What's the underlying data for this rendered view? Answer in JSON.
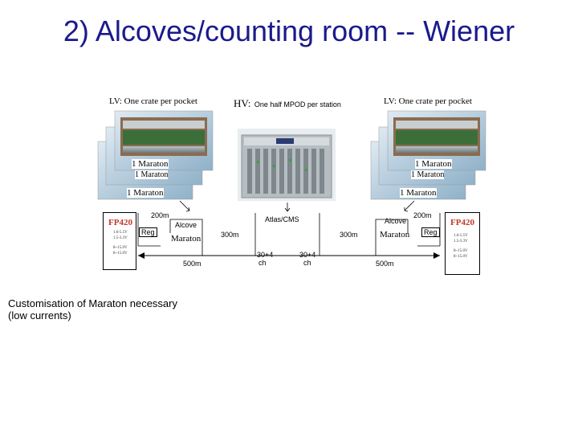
{
  "slide": {
    "title": "2) Alcoves/counting room -- Wiener",
    "note_line1": "Customisation of Maraton necessary",
    "note_line2": "(low currents)"
  },
  "diagram": {
    "lv_left": "LV: One crate per pocket",
    "lv_right": "LV: One crate per pocket",
    "hv_prefix": "HV:",
    "hv_text": "One half MPOD per station",
    "maraton": "1 Maraton",
    "atlas_cms": "Atlas/CMS",
    "left": {
      "fp_title": "FP420",
      "fp_lines": [
        "1.6-5.5V",
        "1.5-3.3V",
        "",
        "8~15.0V",
        "8~15.0V"
      ],
      "dist_200": "200m",
      "alcove": "Alcove",
      "reg": "Reg",
      "maraton_lbl": "Maraton",
      "dist_500": "500m"
    },
    "right": {
      "fp_title": "FP420",
      "fp_lines": [
        "1.6-5.5V",
        "1.5-3.3V",
        "",
        "8~15.0V",
        "8~15.0V"
      ],
      "dist_200": "200m",
      "alcove": "Alcove",
      "reg": "Reg",
      "maraton_lbl": "Maraton",
      "dist_500": "500m"
    },
    "dist_300_left": "300m",
    "dist_300_right": "300m",
    "ch_left_1": "30+4",
    "ch_left_2": "ch",
    "ch_right_1": "30+4",
    "ch_right_2": "ch"
  }
}
